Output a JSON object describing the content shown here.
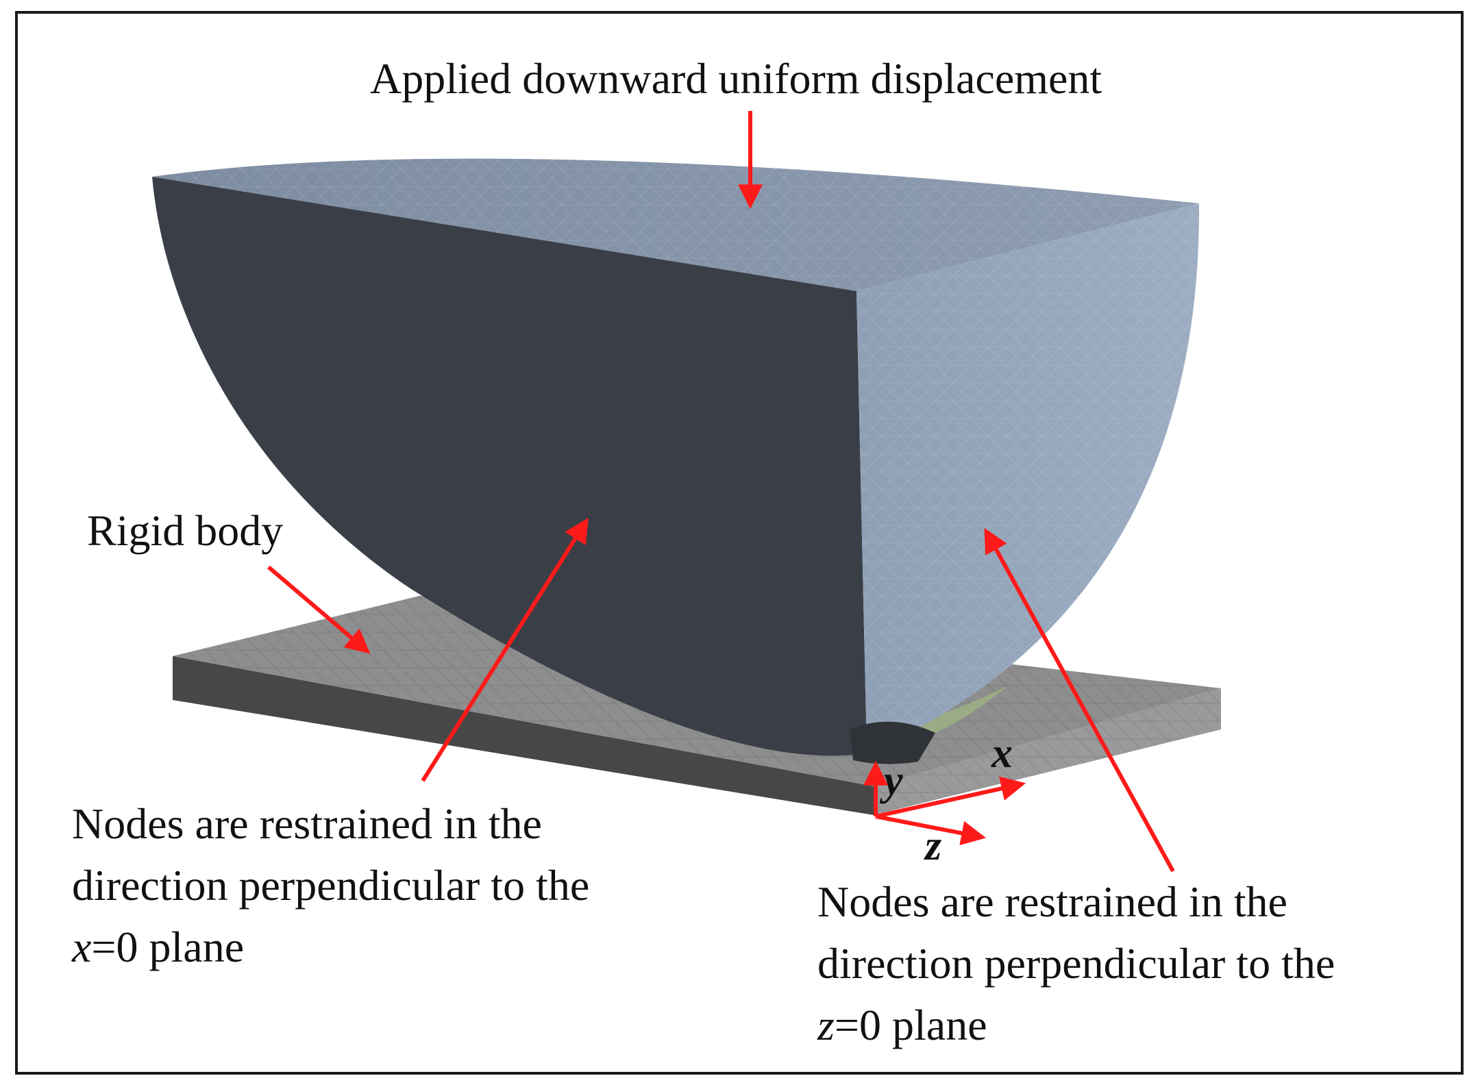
{
  "labels": {
    "top": "Applied downward uniform displacement",
    "rigid": "Rigid body",
    "left_line1": "Nodes are restrained in the",
    "left_line2": "direction perpendicular to the",
    "left_var": "x",
    "left_line3_rest": "=0 plane",
    "right_line1": "Nodes are restrained in the",
    "right_line2": "direction perpendicular to the",
    "right_var": "z",
    "right_line3_rest": "=0 plane"
  },
  "axes": {
    "x": "x",
    "y": "y",
    "z": "z"
  },
  "colors": {
    "arrow": "#ff1a1a",
    "dark_face": "#3a3f47",
    "light_face": "#8fa0b5",
    "top_face": "#8796ab",
    "plate_top": "#8e8e8e",
    "plate_side": "#474747",
    "contact": "#9caf84"
  }
}
